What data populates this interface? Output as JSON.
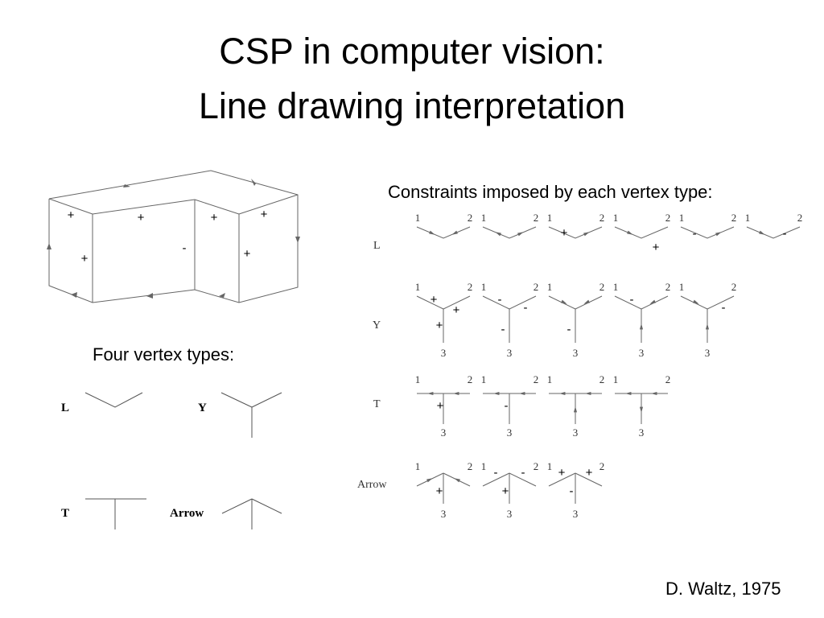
{
  "slide": {
    "title_line1": "CSP in computer vision:",
    "title_line2": "Line drawing interpretation",
    "constraints_heading": "Constraints imposed by each vertex type:",
    "vertex_types_heading": "Four vertex types:",
    "credit": "D. Waltz, 1975"
  },
  "shape": {
    "labels": [
      "+",
      "+",
      "+",
      "+",
      "+",
      "-",
      "+"
    ]
  },
  "vertex_types": [
    {
      "label": "L",
      "icon": "l-vertex-icon"
    },
    {
      "label": "Y",
      "icon": "y-vertex-icon"
    },
    {
      "label": "T",
      "icon": "t-vertex-icon"
    },
    {
      "label": "Arrow",
      "icon": "arrow-vertex-icon"
    }
  ],
  "constraints": {
    "rows": [
      {
        "label": "L",
        "type": "L",
        "cells": [
          {
            "nums": [
              "1",
              "2"
            ],
            "marks": [
              "arrow-in",
              "arrow-out"
            ]
          },
          {
            "nums": [
              "1",
              "2"
            ],
            "marks": [
              "arrow-out",
              "arrow-in"
            ]
          },
          {
            "nums": [
              "1",
              "2"
            ],
            "marks": [
              "+",
              "arrow-in"
            ]
          },
          {
            "nums": [
              "1",
              "2"
            ],
            "marks": [
              "arrow-in",
              "+"
            ]
          },
          {
            "nums": [
              "1",
              "2"
            ],
            "marks": [
              "-",
              "arrow-in"
            ]
          },
          {
            "nums": [
              "1",
              "2"
            ],
            "marks": [
              "arrow-in",
              "-"
            ]
          }
        ]
      },
      {
        "label": "Y",
        "type": "Y",
        "cells": [
          {
            "nums": [
              "1",
              "2",
              "3"
            ],
            "marks": [
              "+",
              "+",
              "+"
            ]
          },
          {
            "nums": [
              "1",
              "2",
              "3"
            ],
            "marks": [
              "-",
              "-",
              "-"
            ]
          },
          {
            "nums": [
              "1",
              "2",
              "3"
            ],
            "marks": [
              "arrow",
              "arrow",
              "-"
            ]
          },
          {
            "nums": [
              "1",
              "2",
              "3"
            ],
            "marks": [
              "-",
              "arrow",
              "arrow"
            ]
          },
          {
            "nums": [
              "1",
              "2",
              "3"
            ],
            "marks": [
              "arrow",
              "-",
              "arrow"
            ]
          }
        ]
      },
      {
        "label": "T",
        "type": "T",
        "cells": [
          {
            "nums": [
              "1",
              "2",
              "3"
            ],
            "marks": [
              "arrow",
              "arrow",
              "+"
            ]
          },
          {
            "nums": [
              "1",
              "2",
              "3"
            ],
            "marks": [
              "arrow",
              "arrow",
              "-"
            ]
          },
          {
            "nums": [
              "1",
              "2",
              "3"
            ],
            "marks": [
              "arrow",
              "arrow",
              "arrow-up"
            ]
          },
          {
            "nums": [
              "1",
              "2",
              "3"
            ],
            "marks": [
              "arrow",
              "arrow",
              "arrow-down"
            ]
          }
        ]
      },
      {
        "label": "Arrow",
        "type": "Arrow",
        "cells": [
          {
            "nums": [
              "1",
              "2",
              "3"
            ],
            "marks": [
              "arrow",
              "arrow",
              "+"
            ]
          },
          {
            "nums": [
              "1",
              "2",
              "3"
            ],
            "marks": [
              "-",
              "-",
              "+"
            ]
          },
          {
            "nums": [
              "1",
              "2",
              "3"
            ],
            "marks": [
              "+",
              "+",
              "-"
            ]
          }
        ]
      }
    ]
  }
}
